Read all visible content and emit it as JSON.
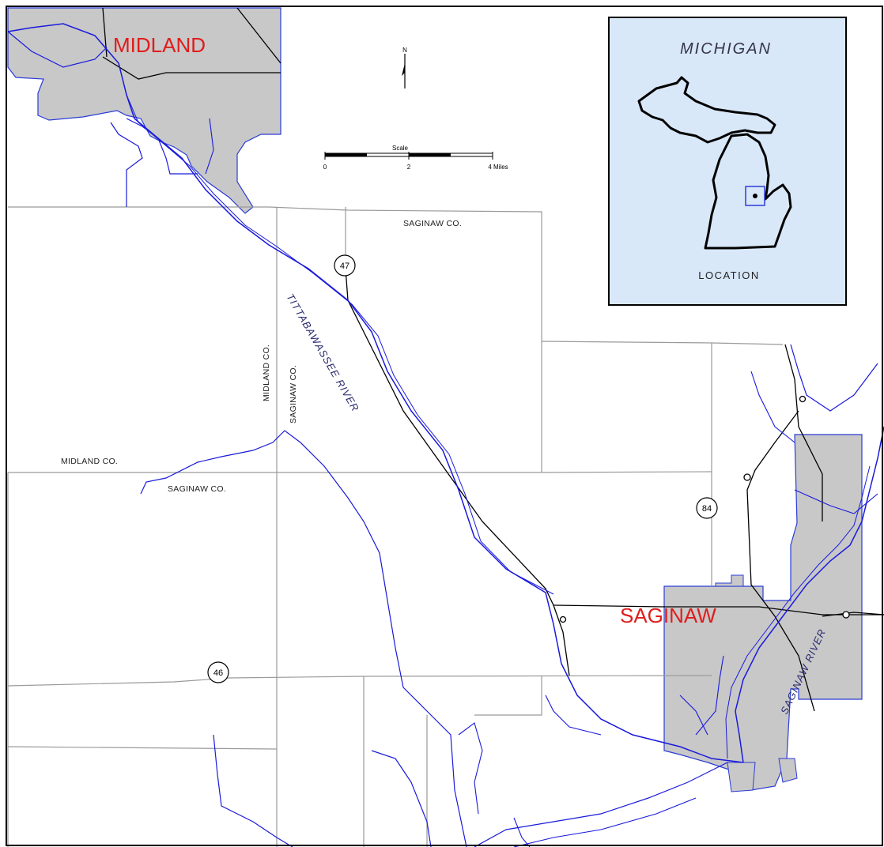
{
  "colors": {
    "city_fill": "#c8c8c8",
    "city_outline": "#2a3cd6",
    "city_label": "#e01c1c",
    "water": "#1a1adc",
    "road": "#000000",
    "county_line": "#9a9a9a",
    "inset_fill": "#d9e8f8"
  },
  "cities": [
    {
      "name": "MIDLAND"
    },
    {
      "name": "SAGINAW"
    }
  ],
  "county_labels": [
    {
      "text": "SAGINAW CO."
    },
    {
      "text": "MIDLAND CO."
    },
    {
      "text": "SAGINAW CO."
    },
    {
      "text": "MIDLAND CO."
    },
    {
      "text": "SAGINAW CO."
    }
  ],
  "rivers": [
    {
      "name": "TITTABAWASSEE RIVER"
    },
    {
      "name": "SAGINAW RIVER"
    }
  ],
  "routes": [
    {
      "number": "47"
    },
    {
      "number": "84"
    },
    {
      "number": "46"
    }
  ],
  "scale_bar": {
    "title": "Scale",
    "ticks": [
      "0",
      "2",
      "4 Miles"
    ]
  },
  "north_arrow": {
    "label": "N"
  },
  "inset": {
    "title": "MICHIGAN",
    "caption": "LOCATION"
  }
}
